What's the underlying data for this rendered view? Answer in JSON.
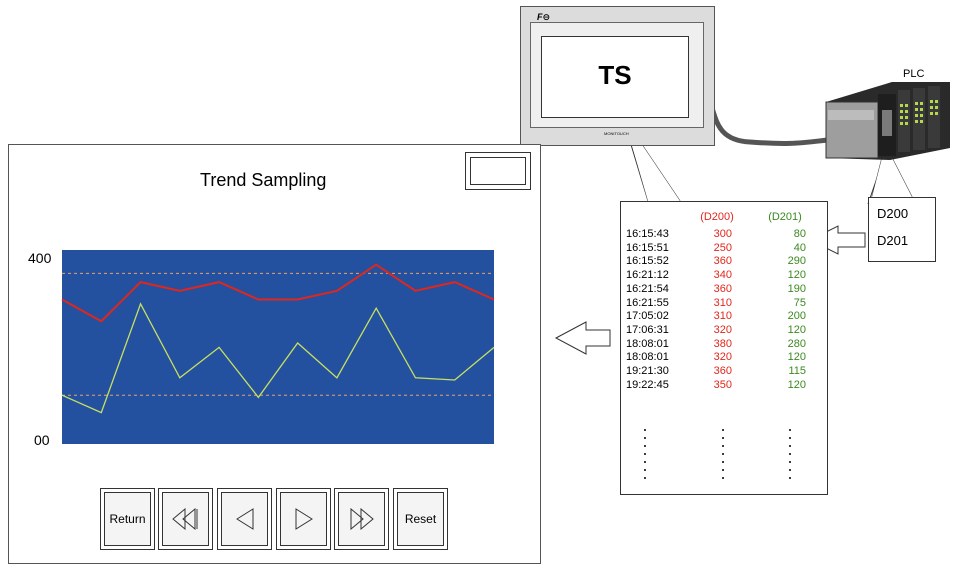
{
  "screen": {
    "title": "Trend Sampling",
    "buttons": [
      {
        "label": "Return",
        "icon": "text"
      },
      {
        "label": "",
        "icon": "fast-rewind-icon"
      },
      {
        "label": "",
        "icon": "back-icon"
      },
      {
        "label": "",
        "icon": "forward-icon"
      },
      {
        "label": "",
        "icon": "fast-forward-icon"
      },
      {
        "label": "Reset",
        "icon": "text"
      }
    ]
  },
  "chart_data": {
    "type": "line",
    "ylim": [
      0,
      400
    ],
    "y_tick_labels": [
      "400",
      "00"
    ],
    "background": "#2351a0",
    "series": [
      {
        "color": "#e1261c",
        "values": [
          300,
          250,
          340,
          320,
          340,
          300,
          300,
          320,
          380,
          320,
          340,
          300
        ]
      },
      {
        "color": "#c8e060",
        "values": [
          80,
          40,
          290,
          120,
          190,
          75,
          200,
          120,
          280,
          120,
          115,
          190
        ]
      }
    ],
    "reference_lines": [
      {
        "value": 360,
        "color": "#e8a36a"
      },
      {
        "value": 80,
        "color": "#e8a36a"
      }
    ]
  },
  "device": {
    "screen_label": "TS",
    "logo": "F⊖",
    "brand": "MONITOUCH"
  },
  "plc": {
    "label": "PLC"
  },
  "table": {
    "headers": [
      "(D200)",
      "(D201)"
    ],
    "rows": [
      {
        "time": "16:15:43",
        "d200": "300",
        "d201": "80"
      },
      {
        "time": "16:15:51",
        "d200": "250",
        "d201": "40"
      },
      {
        "time": "16:15:52",
        "d200": "360",
        "d201": "290"
      },
      {
        "time": "16:21:12",
        "d200": "340",
        "d201": "120"
      },
      {
        "time": "16:21:54",
        "d200": "360",
        "d201": "190"
      },
      {
        "time": "16:21:55",
        "d200": "310",
        "d201": "75"
      },
      {
        "time": "17:05:02",
        "d200": "310",
        "d201": "200"
      },
      {
        "time": "17:06:31",
        "d200": "320",
        "d201": "120"
      },
      {
        "time": "18:08:01",
        "d200": "380",
        "d201": "280"
      },
      {
        "time": "18:08:01",
        "d200": "320",
        "d201": "120"
      },
      {
        "time": "19:21:30",
        "d200": "360",
        "d201": "115"
      },
      {
        "time": "19:22:45",
        "d200": "350",
        "d201": "120"
      }
    ]
  },
  "device_registers": {
    "first": "D200",
    "second": "D201"
  }
}
